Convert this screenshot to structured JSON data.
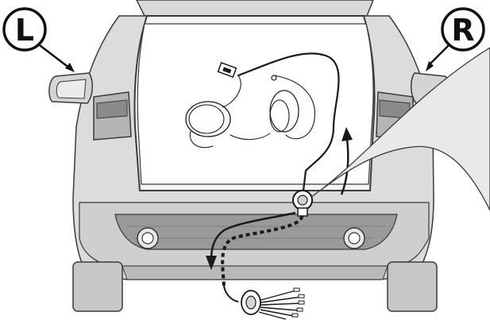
{
  "labels": {
    "left": "L",
    "right": "R"
  },
  "colors": {
    "body_light": "#dcdcdc",
    "body_mid": "#c7c7c7",
    "body_dark": "#9a9a9a",
    "outline": "#3a3a3a",
    "cargo_floor": "#ffffff",
    "wiring": "#1a1a1a",
    "leader_bubble": "#e9e9e9"
  },
  "icons": {
    "left_marker": "circle-letter-l",
    "right_marker": "circle-letter-r",
    "routing_arrow": "curved-arrow",
    "socket": "tow-socket-icon",
    "connector": "plug-connector-icon"
  }
}
